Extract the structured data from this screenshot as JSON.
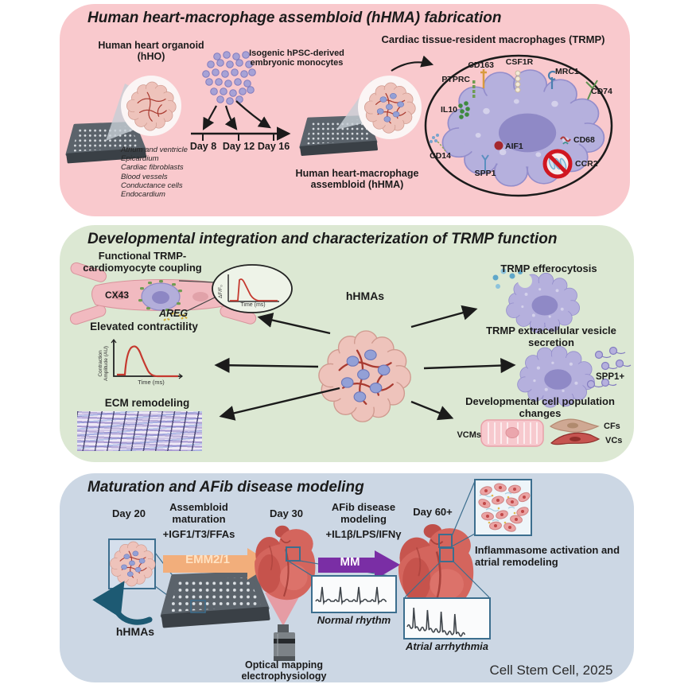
{
  "journal": "Cell Stem Cell, 2025",
  "colors": {
    "panel1_bg": "#f9c9cd",
    "panel2_bg": "#dce8d3",
    "panel3_bg": "#ccd7e4",
    "emm_arrow": "#f2ae7b",
    "mm_arrow": "#7a2ea5",
    "trace_red": "#c5392f",
    "outline_blue": "#3c6e8e",
    "prohibition_red": "#d01620"
  },
  "panel1": {
    "title": "Human heart-macrophage assembloid (hHMA) fabrication",
    "hho_label": "Human heart organoid (hHO)",
    "components": [
      "Atrium and ventricle",
      "Epicardium",
      "Cardiac fibroblasts",
      "Blood vessels",
      "Conductance cells",
      "Endocardium"
    ],
    "monocytes_label": "Isogenic hPSC-derived embryonic monocytes",
    "timeline": {
      "day8": "Day 8",
      "day12": "Day 12",
      "day16": "Day 16"
    },
    "hhma_label": "Human heart-macrophage assembloid (hHMA)",
    "trmp_title": "Cardiac tissue-resident macrophages (TRMP)",
    "markers": {
      "ptprc": "PTPRC",
      "cd163": "CD163",
      "csf1r": "CSF1R",
      "mrc1": "MRC1",
      "cd74": "CD74",
      "il10": "IL10",
      "cd14": "CD14",
      "spp1": "SPP1",
      "aif1": "AIF1",
      "cd68": "CD68",
      "ccr2": "CCR2"
    }
  },
  "panel2": {
    "title": "Developmental integration and characterization of TRMP function",
    "coupling_label": "Functional TRMP-cardiomyocyte coupling",
    "cx43": "CX43",
    "areg": "AREG",
    "ap_graph": {
      "ylabel": "ΔF/F₀",
      "xlabel": "Time (ms)"
    },
    "hhmas_label": "hHMAs",
    "contractility_label": "Elevated contractility",
    "contraction_graph": {
      "ylabel": "Contraction\nAmplitude (AU)",
      "xlabel": "Time (ms)"
    },
    "ecm_label": "ECM remodeling",
    "efferocytosis_label": "TRMP efferocytosis",
    "vesicle_label": "TRMP extracellular vesicle secretion",
    "spp1_plus": "SPP1+",
    "population_label": "Developmental cell population changes",
    "cells": {
      "vcms": "VCMs",
      "cfs": "CFs",
      "vcs": "VCs"
    }
  },
  "panel3": {
    "title": "Maturation and AFib disease modeling",
    "day20": "Day 20",
    "day30": "Day 30",
    "day60": "Day 60+",
    "maturation_label": "Assembloid maturation",
    "maturation_factors": "+IGF1/T3/FFAs",
    "emm_arrow": "EMM2/1",
    "afib_label": "AFib disease modeling",
    "afib_factors": "+IL1β/LPS/IFNγ",
    "mm_arrow": "MM",
    "hhmas_label": "hHMAs",
    "normal_rhythm": "Normal rhythm",
    "atrial_arrhythmia": "Atrial arrhythmia",
    "optical_label": "Optical mapping electrophysiology",
    "inflammasome_label": "Inflammasome activation and atrial remodeling"
  }
}
